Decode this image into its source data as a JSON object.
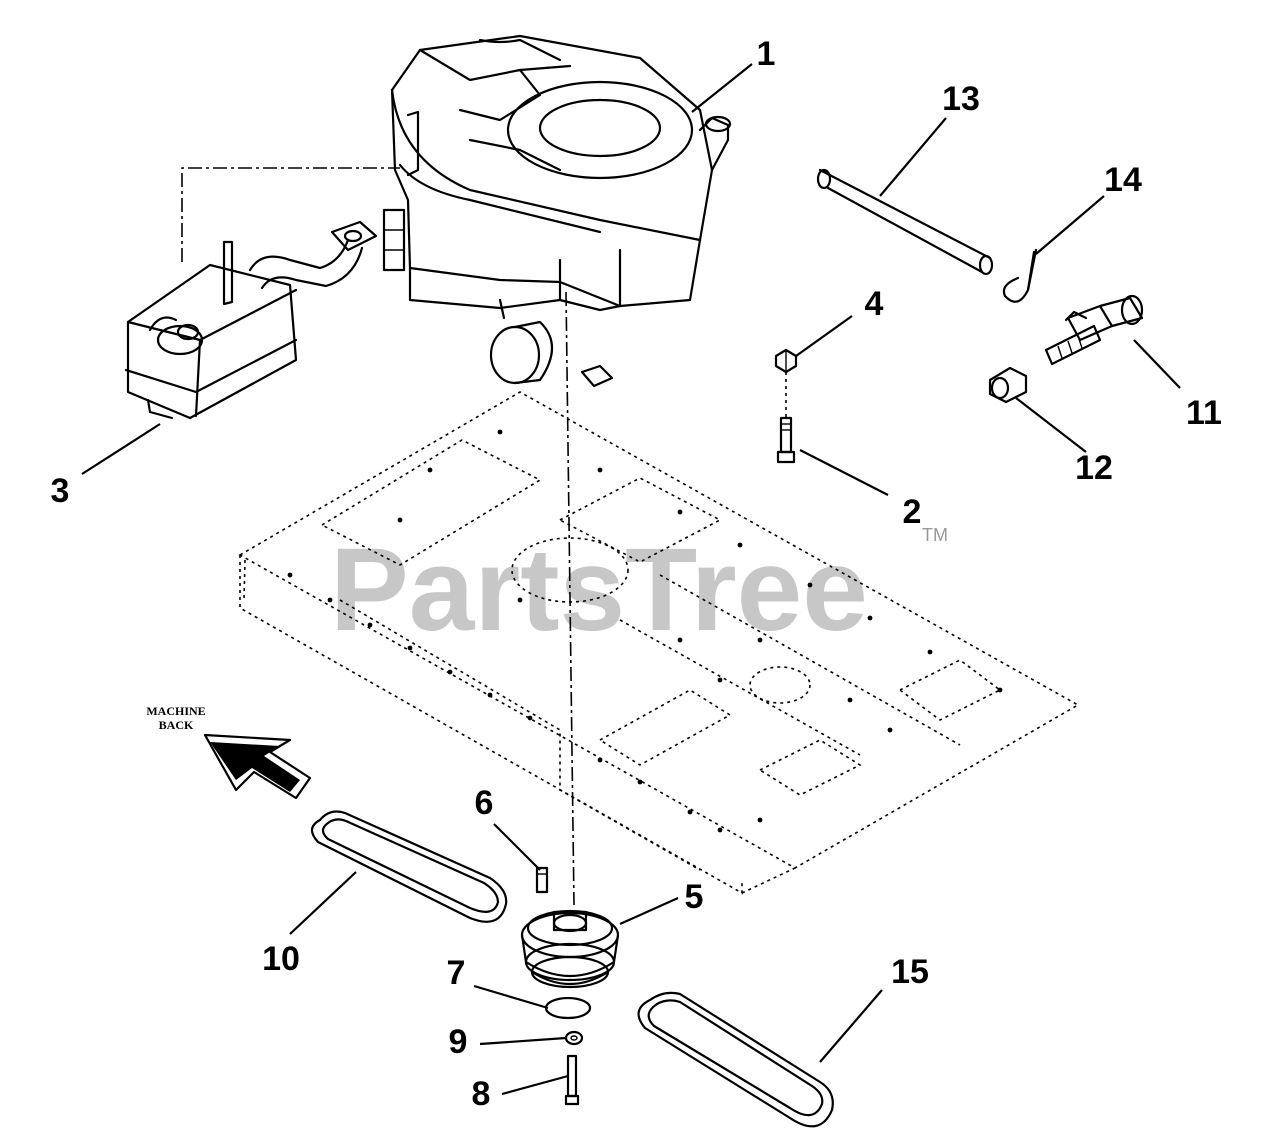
{
  "watermark": {
    "text": "PartsTree",
    "trademark": "TM"
  },
  "direction_label": {
    "line1": "MACHINE",
    "line2": "BACK"
  },
  "callouts": [
    {
      "id": "1",
      "label": "1"
    },
    {
      "id": "2",
      "label": "2"
    },
    {
      "id": "3",
      "label": "3"
    },
    {
      "id": "4",
      "label": "4"
    },
    {
      "id": "5",
      "label": "5"
    },
    {
      "id": "6",
      "label": "6"
    },
    {
      "id": "7",
      "label": "7"
    },
    {
      "id": "8",
      "label": "8"
    },
    {
      "id": "9",
      "label": "9"
    },
    {
      "id": "10",
      "label": "10"
    },
    {
      "id": "11",
      "label": "11"
    },
    {
      "id": "12",
      "label": "12"
    },
    {
      "id": "13",
      "label": "13"
    },
    {
      "id": "14",
      "label": "14"
    },
    {
      "id": "15",
      "label": "15"
    }
  ]
}
